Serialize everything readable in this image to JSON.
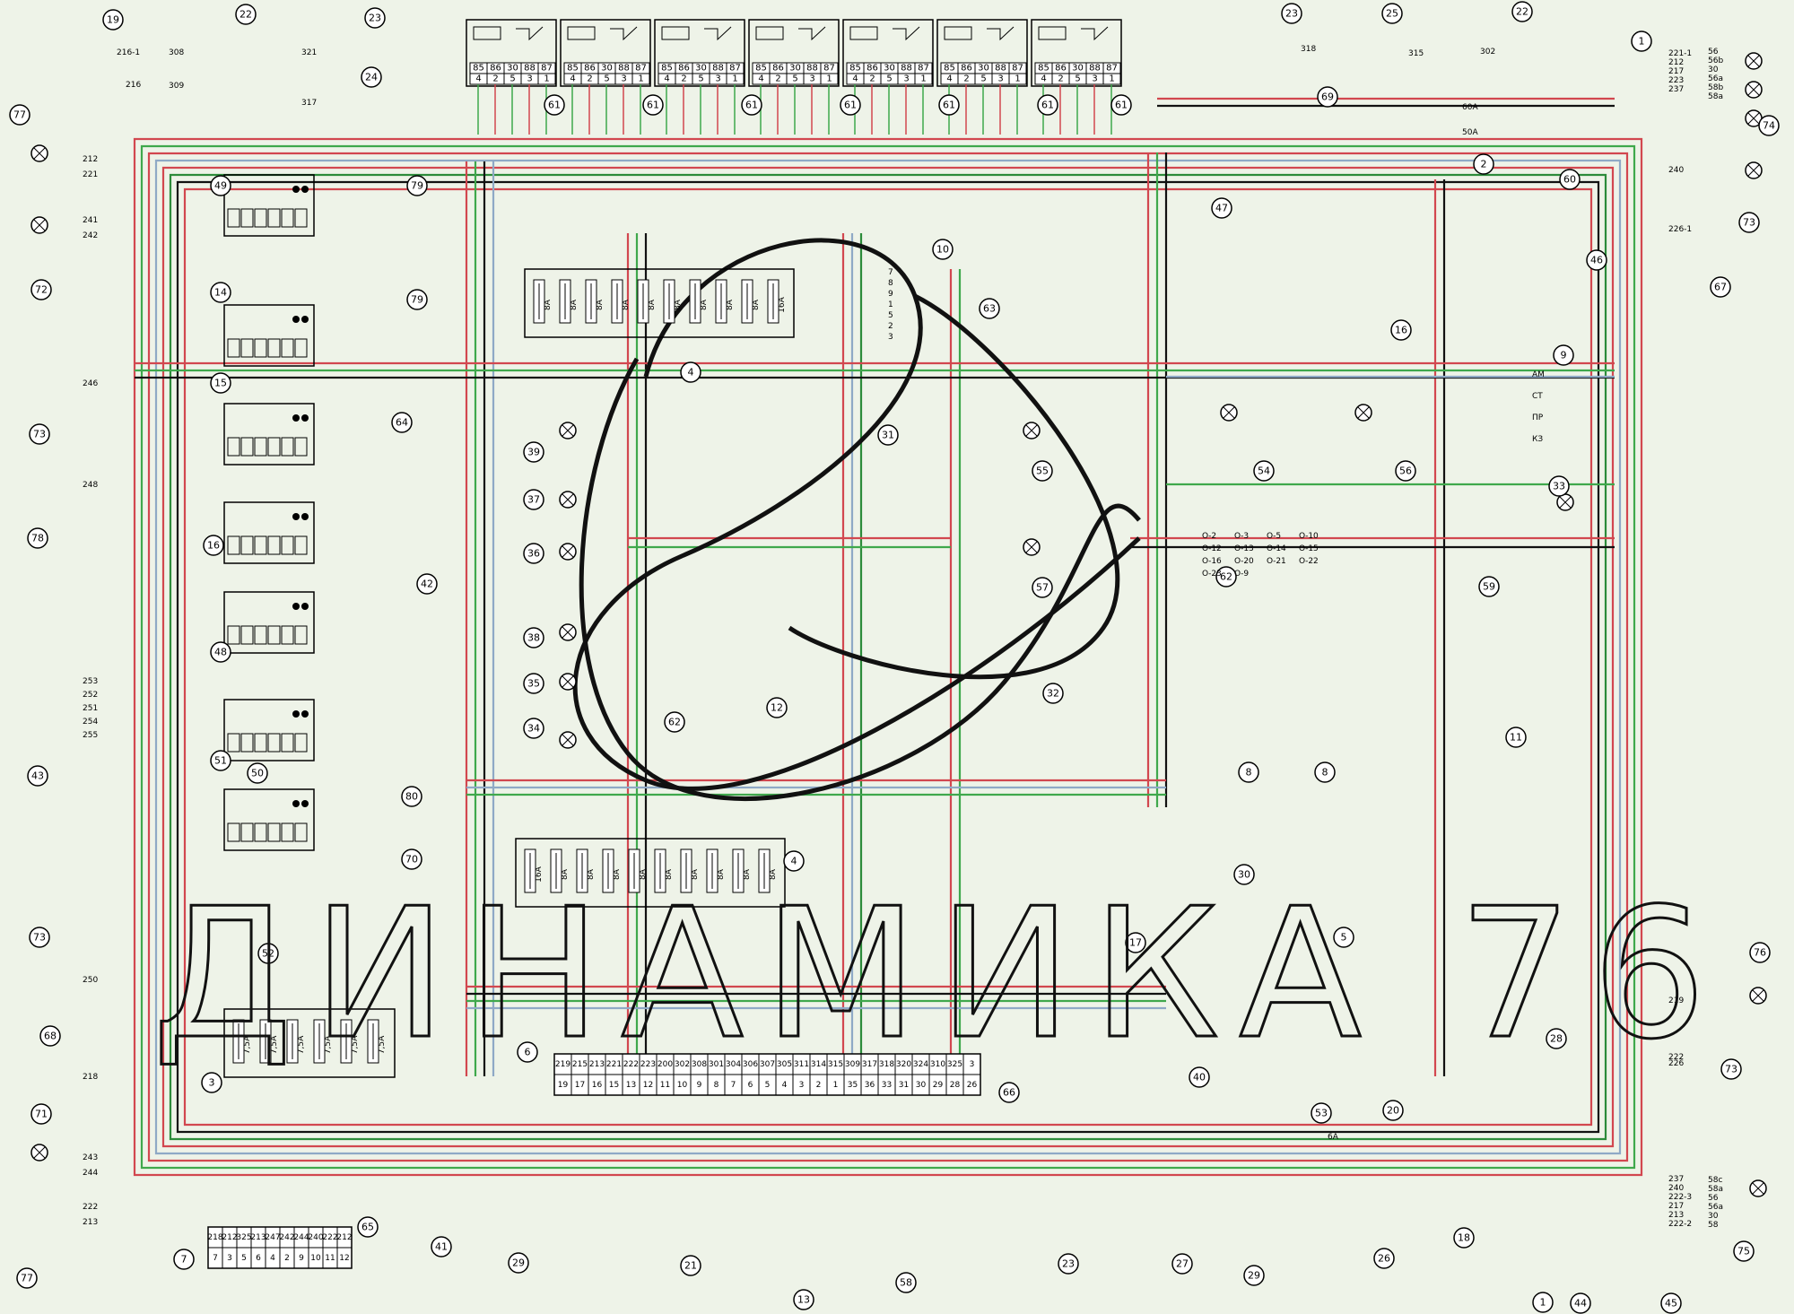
{
  "watermark": {
    "text": "ДИНАМИКА 76"
  },
  "relay_pins_top": [
    "85",
    "86",
    "30",
    "88",
    "87"
  ],
  "relay_pins_bottom": [
    "4",
    "2",
    "5",
    "3",
    "1"
  ],
  "components": [
    {
      "id": "61a",
      "label": "61"
    },
    {
      "id": "61b",
      "label": "61"
    },
    {
      "id": "61c",
      "label": "61"
    },
    {
      "id": "61d",
      "label": "61"
    },
    {
      "id": "61e",
      "label": "61"
    },
    {
      "id": "61f",
      "label": "61"
    },
    {
      "id": "61g",
      "label": "61"
    },
    {
      "id": "19",
      "label": "19"
    },
    {
      "id": "22a",
      "label": "22"
    },
    {
      "id": "23a",
      "label": "23"
    },
    {
      "id": "24",
      "label": "24"
    },
    {
      "id": "23b",
      "label": "23"
    },
    {
      "id": "25a",
      "label": "25"
    },
    {
      "id": "22b",
      "label": "22"
    },
    {
      "id": "1a",
      "label": "1"
    },
    {
      "id": "74",
      "label": "74"
    },
    {
      "id": "77a",
      "label": "77"
    },
    {
      "id": "72",
      "label": "72"
    },
    {
      "id": "73a",
      "label": "73"
    },
    {
      "id": "78",
      "label": "78"
    },
    {
      "id": "43",
      "label": "43"
    },
    {
      "id": "73b",
      "label": "73"
    },
    {
      "id": "68",
      "label": "68"
    },
    {
      "id": "71",
      "label": "71"
    },
    {
      "id": "77b",
      "label": "77"
    },
    {
      "id": "7",
      "label": "7"
    },
    {
      "id": "65",
      "label": "65"
    },
    {
      "id": "41",
      "label": "41"
    },
    {
      "id": "29a",
      "label": "29"
    },
    {
      "id": "21",
      "label": "21"
    },
    {
      "id": "13",
      "label": "13"
    },
    {
      "id": "58",
      "label": "58"
    },
    {
      "id": "23c",
      "label": "23"
    },
    {
      "id": "27",
      "label": "27"
    },
    {
      "id": "29b",
      "label": "29"
    },
    {
      "id": "26",
      "label": "26"
    },
    {
      "id": "18",
      "label": "18"
    },
    {
      "id": "1b",
      "label": "1"
    },
    {
      "id": "44",
      "label": "44"
    },
    {
      "id": "45",
      "label": "45"
    },
    {
      "id": "75",
      "label": "75"
    },
    {
      "id": "73c",
      "label": "73"
    },
    {
      "id": "76",
      "label": "76"
    },
    {
      "id": "28",
      "label": "28"
    },
    {
      "id": "20",
      "label": "20"
    },
    {
      "id": "53",
      "label": "53"
    },
    {
      "id": "40",
      "label": "40"
    },
    {
      "id": "66",
      "label": "66"
    },
    {
      "id": "6",
      "label": "6"
    },
    {
      "id": "3",
      "label": "3"
    },
    {
      "id": "52",
      "label": "52"
    },
    {
      "id": "17",
      "label": "17"
    },
    {
      "id": "5",
      "label": "5"
    },
    {
      "id": "30",
      "label": "30"
    },
    {
      "id": "8a",
      "label": "8"
    },
    {
      "id": "8b",
      "label": "8"
    },
    {
      "id": "11",
      "label": "11"
    },
    {
      "id": "32",
      "label": "32"
    },
    {
      "id": "59",
      "label": "59"
    },
    {
      "id": "62a",
      "label": "62"
    },
    {
      "id": "62b",
      "label": "62"
    },
    {
      "id": "12",
      "label": "12"
    },
    {
      "id": "33",
      "label": "33"
    },
    {
      "id": "9",
      "label": "9"
    },
    {
      "id": "46",
      "label": "46"
    },
    {
      "id": "67",
      "label": "67"
    },
    {
      "id": "73d",
      "label": "73"
    },
    {
      "id": "60",
      "label": "60"
    },
    {
      "id": "2",
      "label": "2"
    },
    {
      "id": "69",
      "label": "69"
    },
    {
      "id": "47",
      "label": "47"
    },
    {
      "id": "16a",
      "label": "16"
    },
    {
      "id": "63",
      "label": "63"
    },
    {
      "id": "10",
      "label": "10"
    },
    {
      "id": "4a",
      "label": "4"
    },
    {
      "id": "4b",
      "label": "4"
    },
    {
      "id": "31",
      "label": "31"
    },
    {
      "id": "55",
      "label": "55"
    },
    {
      "id": "57",
      "label": "57"
    },
    {
      "id": "54",
      "label": "54"
    },
    {
      "id": "56",
      "label": "56"
    },
    {
      "id": "39",
      "label": "39"
    },
    {
      "id": "37",
      "label": "37"
    },
    {
      "id": "36",
      "label": "36"
    },
    {
      "id": "38",
      "label": "38"
    },
    {
      "id": "35",
      "label": "35"
    },
    {
      "id": "34",
      "label": "34"
    },
    {
      "id": "64",
      "label": "64"
    },
    {
      "id": "42",
      "label": "42"
    },
    {
      "id": "80",
      "label": "80"
    },
    {
      "id": "70",
      "label": "70"
    },
    {
      "id": "79a",
      "label": "79"
    },
    {
      "id": "79b",
      "label": "79"
    },
    {
      "id": "49",
      "label": "49"
    },
    {
      "id": "14",
      "label": "14"
    },
    {
      "id": "15",
      "label": "15"
    },
    {
      "id": "16b",
      "label": "16"
    },
    {
      "id": "48",
      "label": "48"
    },
    {
      "id": "51",
      "label": "51"
    },
    {
      "id": "50",
      "label": "50"
    }
  ],
  "fuse_block_top": {
    "ratings": [
      "8A",
      "8A",
      "8A",
      "8A",
      "8A",
      "8A",
      "8A",
      "8A",
      "8A",
      "16A"
    ]
  },
  "fuse_block_mid": {
    "ratings": [
      "16A",
      "8A",
      "8A",
      "8A",
      "8A",
      "8A",
      "8A",
      "8A",
      "8A",
      "8A"
    ]
  },
  "fuse_block_left": {
    "ratings": [
      "7,5A",
      "7,5A",
      "7,5A",
      "7,5A",
      "7,5A",
      "7,5A"
    ]
  },
  "fuse_53": "6A",
  "main_relay_fuses": [
    "60A",
    "50A"
  ],
  "connector_66_top": [
    "219",
    "215",
    "213",
    "221",
    "222",
    "223",
    "200",
    "302",
    "308",
    "301",
    "304",
    "306",
    "307",
    "305",
    "311",
    "314",
    "315",
    "309",
    "317",
    "318",
    "320",
    "324",
    "310",
    "325",
    "3"
  ],
  "connector_66_bottom": [
    "19",
    "17",
    "16",
    "15",
    "13",
    "12",
    "11",
    "10",
    "9",
    "8",
    "7",
    "6",
    "5",
    "4",
    "3",
    "2",
    "1",
    "35",
    "36",
    "33",
    "31",
    "30",
    "29",
    "28",
    "26"
  ],
  "connector_65_top": [
    "218",
    "212",
    "325",
    "213",
    "247",
    "242",
    "244",
    "240",
    "222",
    "212"
  ],
  "connector_65_bottom": [
    "7",
    "3",
    "5",
    "6",
    "4",
    "2",
    "9",
    "10",
    "11",
    "12"
  ],
  "wire_labels_left": [
    "246",
    "248",
    "253",
    "252",
    "251",
    "254",
    "255",
    "243",
    "244",
    "222",
    "213",
    "212",
    "221",
    "241",
    "242",
    "250",
    "218"
  ],
  "wire_labels_right": [
    "221-1",
    "212",
    "217",
    "223",
    "237",
    "240",
    "226-1",
    "219",
    "222",
    "226",
    "237",
    "240",
    "222-3",
    "217",
    "213",
    "222-2"
  ],
  "wire_labels_top": [
    "216-1",
    "216",
    "308",
    "309",
    "321",
    "317",
    "318",
    "315",
    "302"
  ],
  "terminal_labels_74": [
    "56",
    "56b",
    "30",
    "56a",
    "58b",
    "58a"
  ],
  "terminal_labels_75": [
    "58c",
    "58a",
    "56",
    "56a",
    "30",
    "58"
  ],
  "switch_9": [
    "AM",
    "CT",
    "ПР",
    "КЗ"
  ],
  "relay_10_pins": [
    "7",
    "8",
    "9",
    "1",
    "5",
    "2",
    "3"
  ],
  "misc_labels": [
    "О-2",
    "О-3",
    "О-5",
    "О-10",
    "О-12",
    "О-13",
    "О-14",
    "О-15",
    "О-16",
    "О-20",
    "О-21",
    "О-22",
    "О-23",
    "О-9"
  ]
}
